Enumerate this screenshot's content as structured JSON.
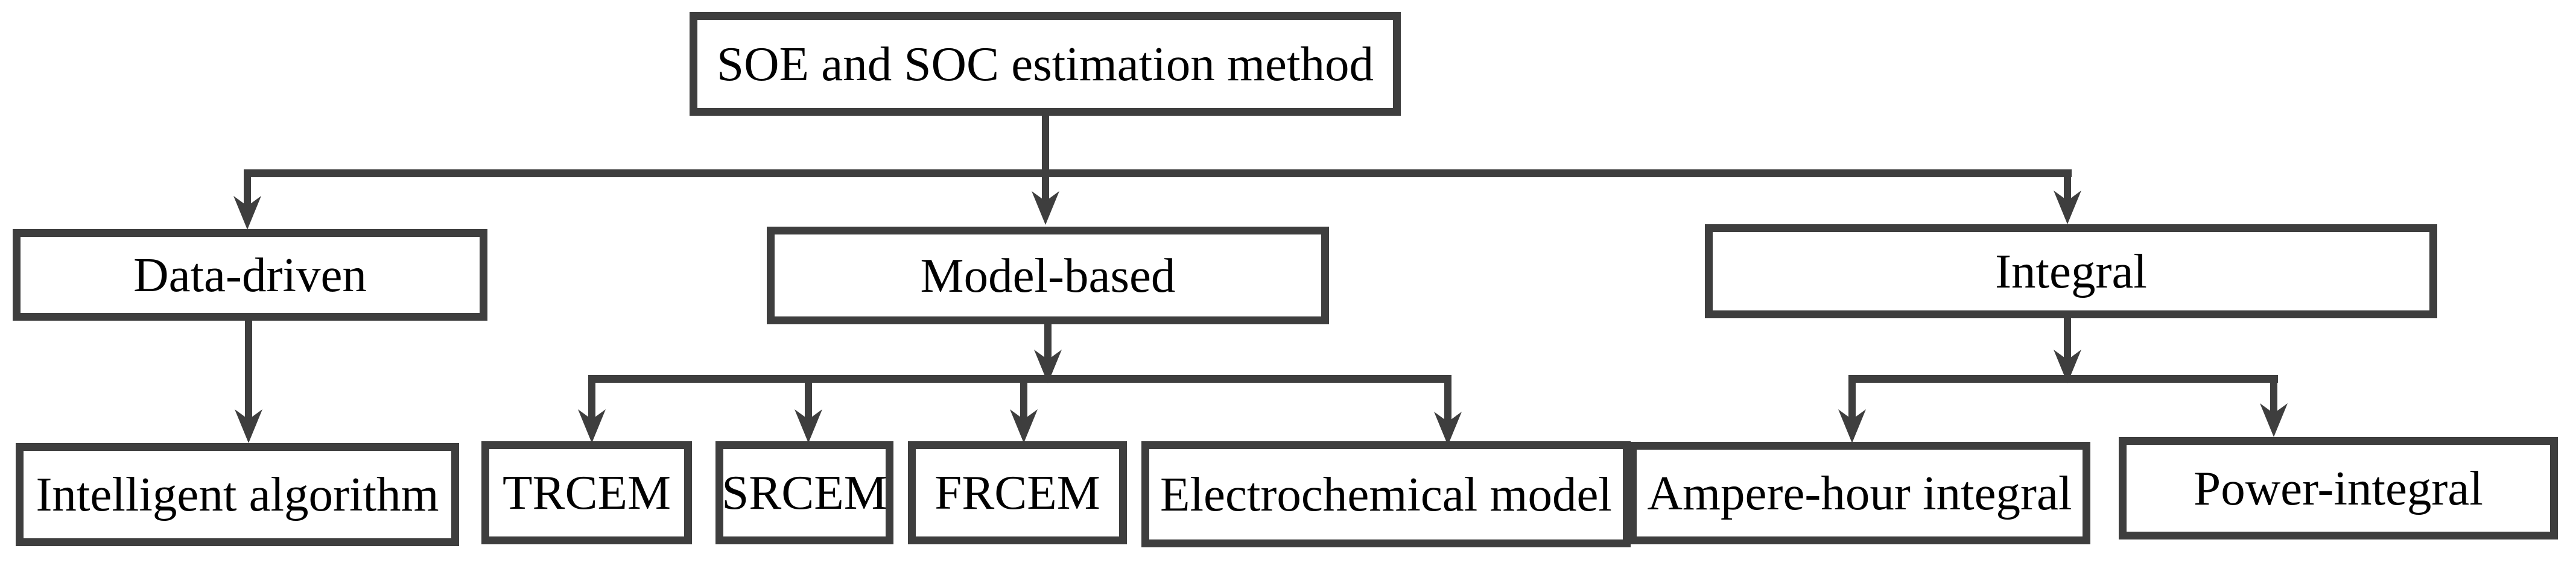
{
  "figure": {
    "type": "flowchart",
    "background_color": "#ffffff",
    "line_color": "#3e3e3e",
    "text_color": "#000000",
    "nodes": {
      "root": {
        "label": "SOE and SOC estimation method"
      },
      "data_driven": {
        "label": "Data-driven"
      },
      "model_based": {
        "label": "Model-based"
      },
      "integral": {
        "label": "Integral"
      },
      "intelligent_algorithm": {
        "label": "Intelligent algorithm"
      },
      "trcem": {
        "label": "TRCEM"
      },
      "srcem": {
        "label": "SRCEM"
      },
      "frcem": {
        "label": "FRCEM"
      },
      "electrochemical_model": {
        "label": "Electrochemical model"
      },
      "ampere_hour_integral": {
        "label": "Ampere-hour integral"
      },
      "power_integral": {
        "label": "Power-integral"
      }
    },
    "edges": [
      {
        "from": "root",
        "to": "data_driven"
      },
      {
        "from": "root",
        "to": "model_based"
      },
      {
        "from": "root",
        "to": "integral"
      },
      {
        "from": "data_driven",
        "to": "intelligent_algorithm"
      },
      {
        "from": "model_based",
        "to": "trcem"
      },
      {
        "from": "model_based",
        "to": "srcem"
      },
      {
        "from": "model_based",
        "to": "frcem"
      },
      {
        "from": "model_based",
        "to": "electrochemical_model"
      },
      {
        "from": "integral",
        "to": "ampere_hour_integral"
      },
      {
        "from": "integral",
        "to": "power_integral"
      }
    ]
  }
}
